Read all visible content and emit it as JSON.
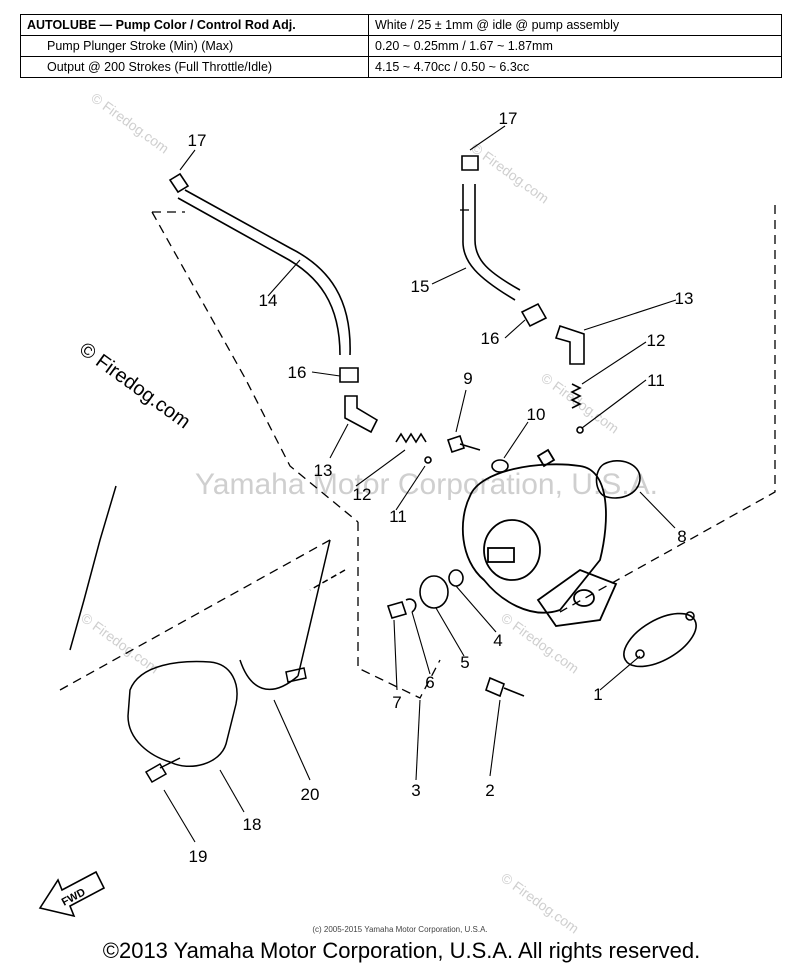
{
  "spec_table": {
    "rows": [
      {
        "label": "AUTOLUBE — Pump Color / Control Rod Adj.",
        "value": "White / 25 ± 1mm @ idle @ pump assembly"
      },
      {
        "label": "Pump Plunger Stroke (Min) (Max)",
        "value": "0.20 ~ 0.25mm / 1.67 ~ 1.87mm"
      },
      {
        "label": "Output @ 200 Strokes (Full Throttle/Idle)",
        "value": "4.15 ~ 4.70cc / 0.50 ~ 6.3cc"
      }
    ]
  },
  "callouts": [
    "1",
    "2",
    "3",
    "4",
    "5",
    "6",
    "7",
    "8",
    "9",
    "10",
    "11",
    "11",
    "12",
    "12",
    "13",
    "13",
    "14",
    "15",
    "16",
    "16",
    "17",
    "17",
    "18",
    "19",
    "20"
  ],
  "watermarks": {
    "firedog": "© Firedog.com",
    "yamaha": "Yamaha Motor Corporation, U.S.A."
  },
  "fwd_label": "FWD",
  "small_copyright": "(c) 2005-2015 Yamaha Motor Corporation, U.S.A.",
  "footer": "©2013 Yamaha Motor Corporation, U.S.A. All rights reserved.",
  "colors": {
    "line": "#000000",
    "watermark": "#cfcfcf"
  }
}
